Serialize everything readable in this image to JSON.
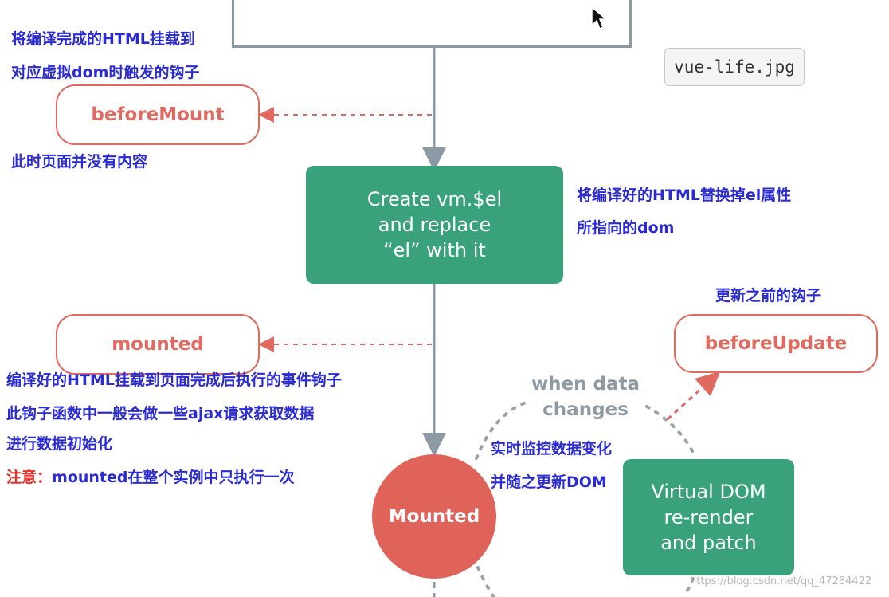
{
  "file_tag": "vue-life.jpg",
  "notes": {
    "before_mount_1": "将编译完成的HTML挂载到",
    "before_mount_2": "对应虚拟dom时触发的钩子",
    "before_mount_3": "此时页面并没有内容",
    "replace_1": "将编译好的HTML替换掉el属性",
    "replace_2": "所指向的dom",
    "before_update": "更新之前的钩子",
    "mounted_1": "编译好的HTML挂载到页面完成后执行的事件钩子",
    "mounted_2": "此钩子函数中一般会做一些ajax请求获取数据",
    "mounted_3": "进行数据初始化",
    "mounted_4_warn": "注意：",
    "mounted_4": "mounted在整个实例中只执行一次",
    "watch_1": "实时监控数据变化",
    "watch_2": "并随之更新DOM"
  },
  "hooks": {
    "before_mount": "beforeMount",
    "mounted": "mounted",
    "before_update": "beforeUpdate"
  },
  "steps": {
    "create_line1": "Create vm.$el",
    "create_line2": "and replace",
    "create_line3": "“el” with it",
    "vdom_line1": "Virtual DOM",
    "vdom_line2": "re-render",
    "vdom_line3": "and patch"
  },
  "states": {
    "mounted": "Mounted",
    "when_data_1": "when data",
    "when_data_2": "changes"
  },
  "watermark": "https://blog.csdn.net/qq_47284422",
  "colors": {
    "hook_border": "#e06a5f",
    "green": "#3aa27a",
    "note_blue": "#2b2bd6",
    "note_red": "#e8322c",
    "flow_gray": "#8b9aa5"
  }
}
